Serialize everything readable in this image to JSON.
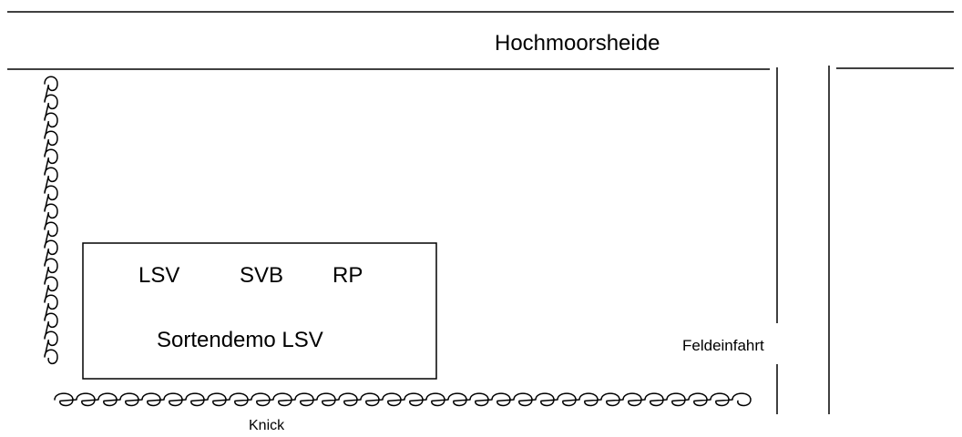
{
  "road": {
    "name": "Hochmoorsheide"
  },
  "trial_box": {
    "plots": [
      "LSV",
      "SVB",
      "RP"
    ],
    "caption": "Sortendemo  LSV"
  },
  "field_entry": {
    "label": "Feldeinfahrt"
  },
  "hedge": {
    "label": "Knick"
  },
  "colors": {
    "ink": "#000000",
    "background": "#ffffff"
  }
}
